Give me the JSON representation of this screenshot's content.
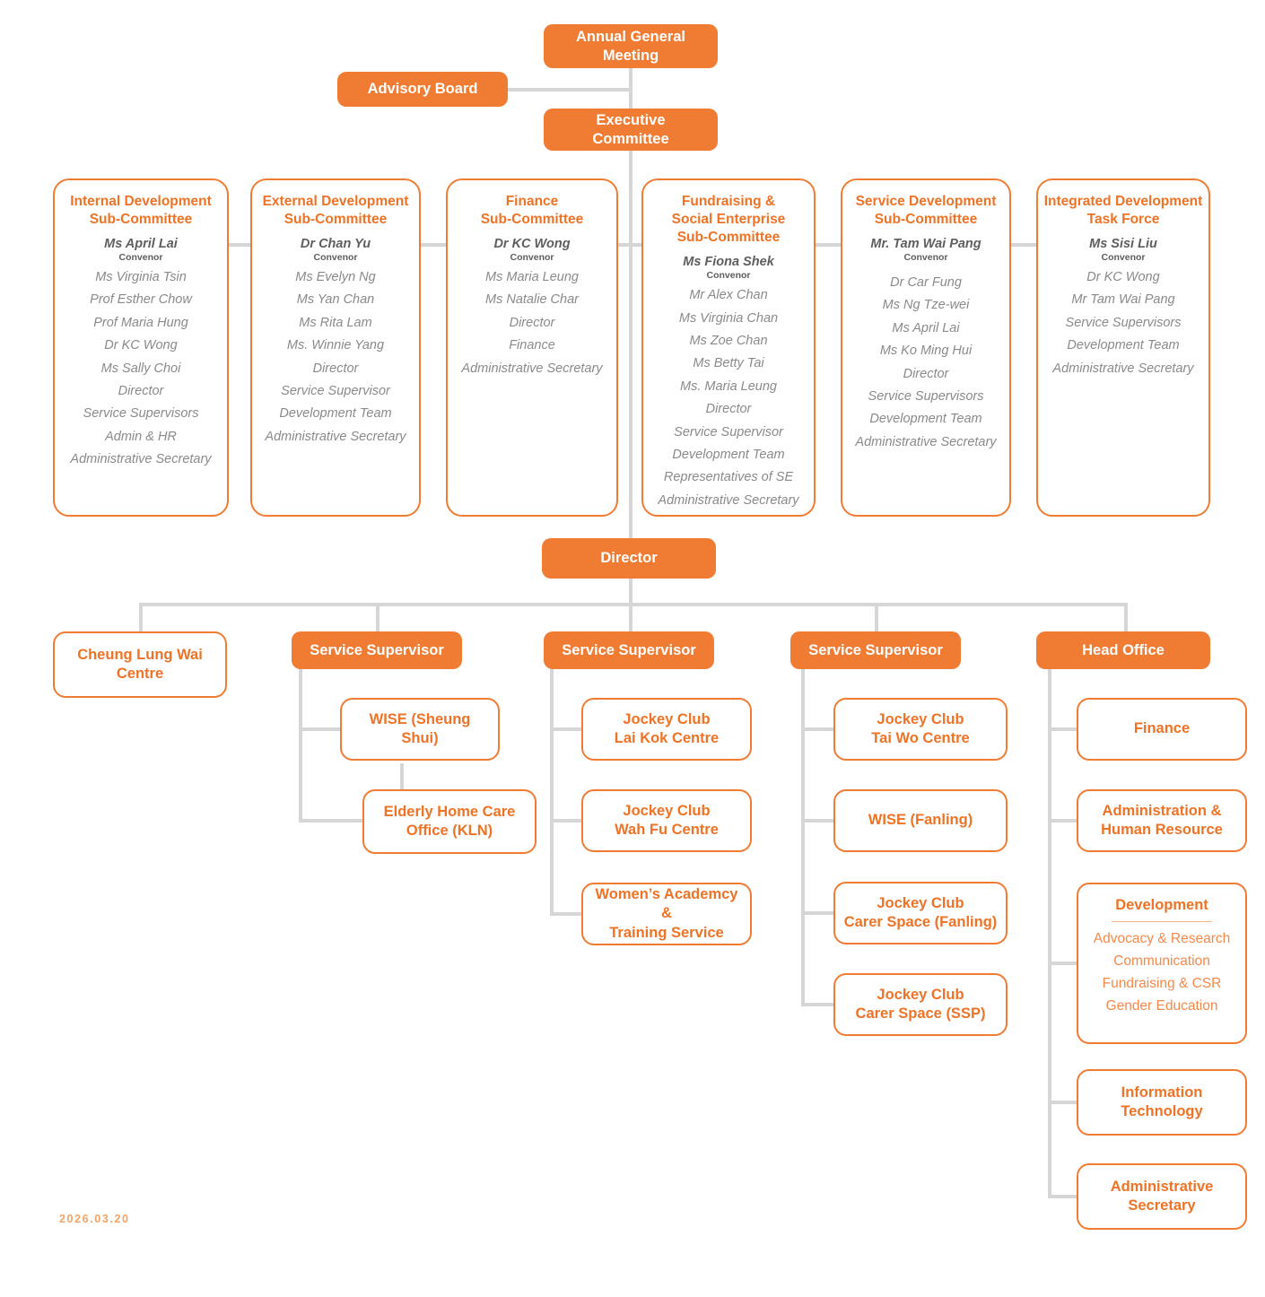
{
  "top": {
    "annual_general_meeting": "Annual General\nMeeting",
    "advisory_board": "Advisory Board",
    "executive_committee": "Executive\nCommittee",
    "director": "Director"
  },
  "committees": [
    {
      "title": "Internal Development\nSub-Committee",
      "convenor_name": "Ms April Lai",
      "convenor_role": "Convenor",
      "members": [
        "Ms Virginia Tsin",
        "Prof Esther Chow",
        "Prof Maria Hung",
        "Dr KC Wong",
        "Ms Sally Choi",
        "Director",
        "Service Supervisors",
        "Admin & HR",
        "Administrative Secretary"
      ]
    },
    {
      "title": "External Development\nSub-Committee",
      "convenor_name": "Dr Chan Yu",
      "convenor_role": "Convenor",
      "members": [
        "Ms Evelyn Ng",
        "Ms Yan Chan",
        "Ms Rita Lam",
        "Ms. Winnie Yang",
        "Director",
        "Service Supervisor",
        "Development Team",
        "Administrative Secretary"
      ]
    },
    {
      "title": "Finance\nSub-Committee",
      "convenor_name": "Dr KC Wong",
      "convenor_role": "Convenor",
      "members": [
        "Ms Maria Leung",
        "Ms Natalie Char",
        "Director",
        "Finance",
        "Administrative Secretary"
      ]
    },
    {
      "title": "Fundraising &\nSocial Enterprise\nSub-Committee",
      "convenor_name": "Ms Fiona Shek",
      "convenor_role": "Convenor",
      "members": [
        "Mr Alex Chan",
        "Ms Virginia Chan",
        "Ms Zoe Chan",
        "Ms Betty Tai",
        "Ms. Maria Leung",
        "Director",
        "Service Supervisor",
        "Development Team",
        "Representatives of SE",
        "Administrative Secretary"
      ]
    },
    {
      "title": "Service Development\nSub-Committee",
      "convenor_name": "Mr. Tam Wai Pang",
      "convenor_role": "Convenor",
      "members": [
        "Dr Car Fung",
        "Ms Ng Tze-wei",
        "Ms April Lai",
        "Ms Ko Ming Hui",
        "Director",
        "Service Supervisors",
        "Development Team",
        "Administrative Secretary"
      ]
    },
    {
      "title": "Integrated Development\nTask Force",
      "convenor_name": "Ms Sisi Liu",
      "convenor_role": "Convenor",
      "members": [
        "Dr KC Wong",
        "Mr Tam Wai Pang",
        "Service Supervisors",
        "Development Team",
        "Administrative Secretary"
      ]
    }
  ],
  "operations": {
    "cheung_lung_wai": "Cheung Lung Wai\nCentre",
    "supervisor_1": "Service Supervisor",
    "supervisor_2": "Service Supervisor",
    "supervisor_3": "Service Supervisor",
    "head_office": "Head Office",
    "branch_1": [
      "WISE (Sheung Shui)",
      "Elderly Home Care\nOffice (KLN)"
    ],
    "branch_2": [
      "Jockey Club\nLai Kok Centre",
      "Jockey Club\nWah Fu Centre",
      "Women’s Academcy &\nTraining Service"
    ],
    "branch_3": [
      "Jockey Club\nTai Wo Centre",
      "WISE (Fanling)",
      "Jockey Club\nCarer Space (Fanling)",
      "Jockey Club\nCarer Space (SSP)"
    ],
    "head_office_units": [
      "Finance",
      "Administration &\nHuman Resource"
    ],
    "development": {
      "title": "Development",
      "items": [
        "Advocacy & Research",
        "Communication",
        "Fundraising & CSR",
        "Gender Education"
      ]
    },
    "head_office_units_tail": [
      "Information\nTechnology",
      "Administrative\nSecretary"
    ]
  },
  "footer": {
    "date": "2026.03.20"
  },
  "colors": {
    "accent": "#F07C33",
    "accent_text": "#EE7326",
    "line": "#d6d6d6",
    "member_text": "#8a8a8a",
    "convenor_text": "#5e5e5e",
    "date_text": "#F2A365"
  }
}
